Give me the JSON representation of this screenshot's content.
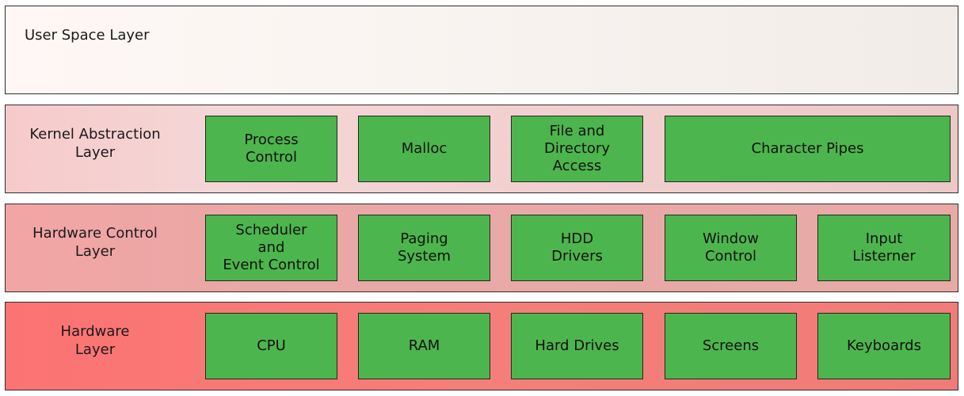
{
  "layers": {
    "user": {
      "label": "User Space Layer"
    },
    "kernel": {
      "label": "Kernel Abstraction\nLayer",
      "components": [
        "Process\nControl",
        "Malloc",
        "File and\nDirectory\nAccess",
        "Character Pipes"
      ]
    },
    "hwctl": {
      "label": "Hardware Control\nLayer",
      "components": [
        "Scheduler\nand\nEvent Control",
        "Paging\nSystem",
        "HDD\nDrivers",
        "Window\nControl",
        "Input\nListerner"
      ]
    },
    "hw": {
      "label": "Hardware\nLayer",
      "components": [
        "CPU",
        "RAM",
        "Hard Drives",
        "Screens",
        "Keyboards"
      ]
    }
  },
  "colors": {
    "component_fill": "#4db54d",
    "user_layer": "#f8f2ef",
    "kernel_layer": "#f2cfcf",
    "hwctl_layer": "#eba8a6",
    "hw_layer": "#f57b78"
  }
}
